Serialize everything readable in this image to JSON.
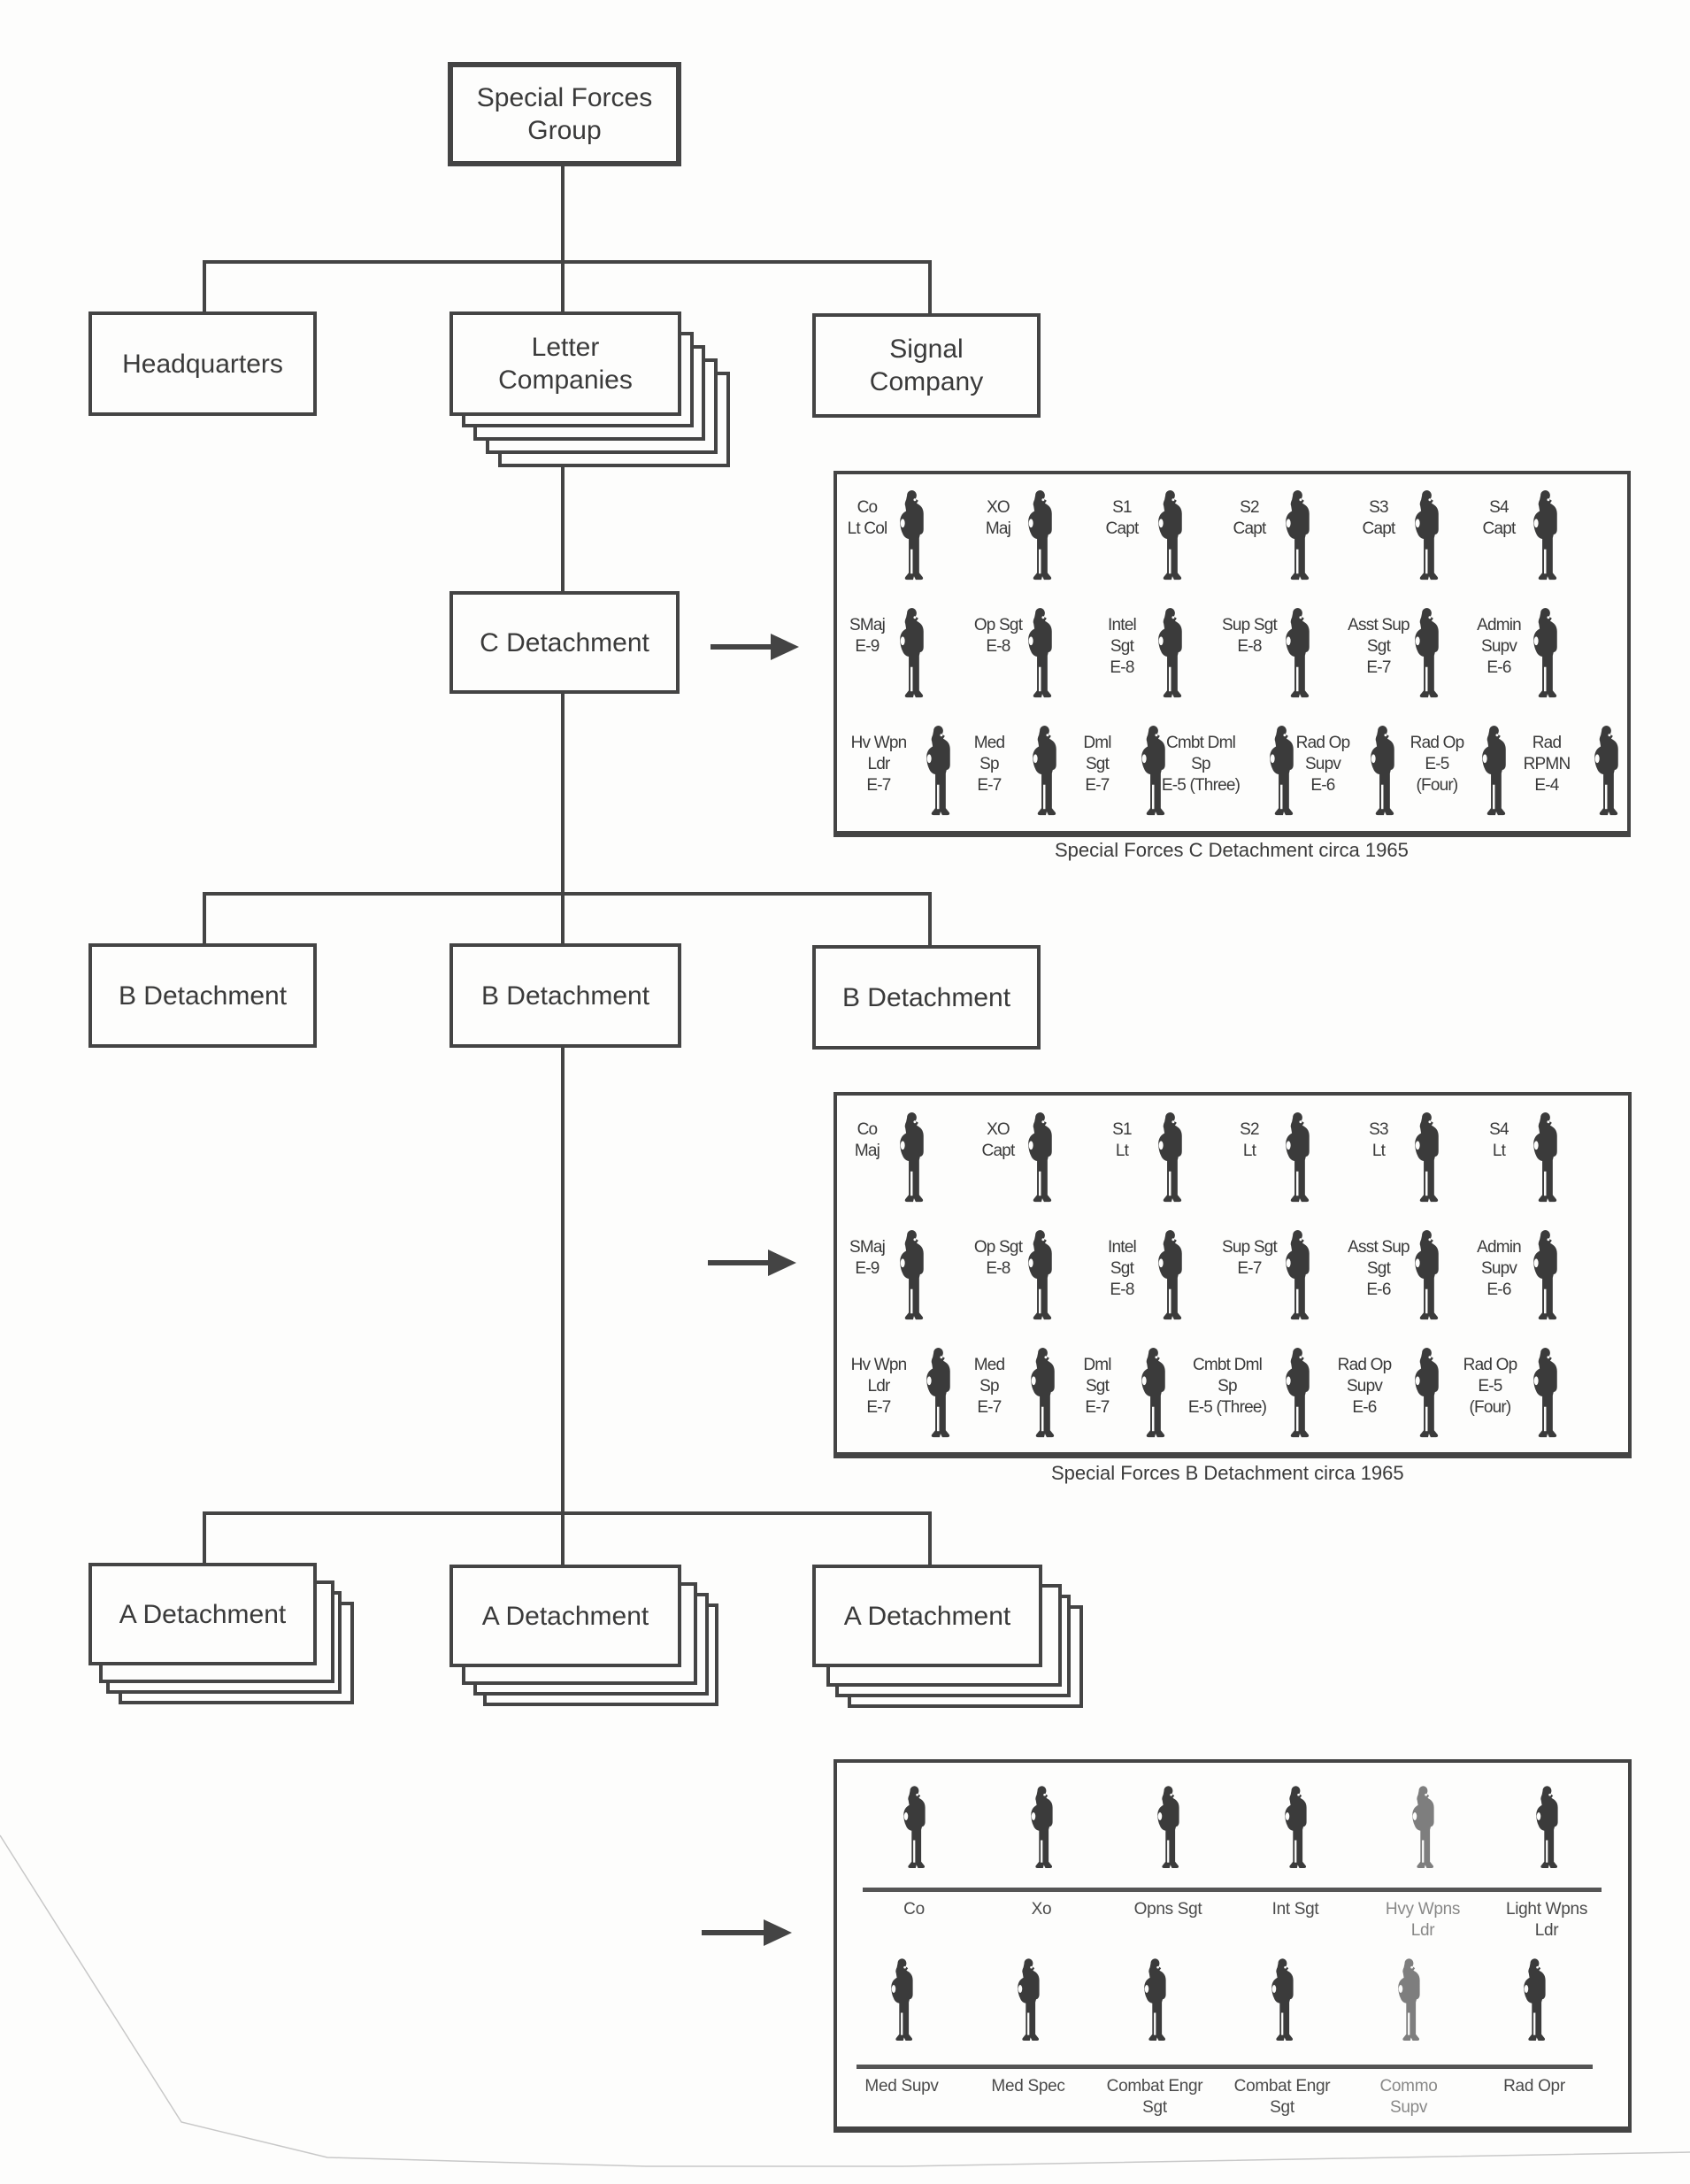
{
  "diagram": {
    "root": "Special Forces\nGroup",
    "level1": [
      "Headquarters",
      "Letter\nCompanies",
      "Signal\nCompany"
    ],
    "c_detachment": "C Detachment",
    "b_detachments": [
      "B Detachment",
      "B Detachment",
      "B Detachment"
    ],
    "a_detachments": [
      "A Detachment",
      "A Detachment",
      "A Detachment"
    ]
  },
  "c_panel": {
    "caption": "Special Forces C Detachment circa 1965",
    "rows": [
      [
        "Co\nLt Col",
        "XO\nMaj",
        "S1\nCapt",
        "S2\nCapt",
        "S3\nCapt",
        "S4\nCapt"
      ],
      [
        "SMaj\nE-9",
        "Op Sgt\nE-8",
        "Intel\nSgt\nE-8",
        "Sup Sgt\nE-8",
        "Asst Sup\nSgt\nE-7",
        "Admin\nSupv\nE-6"
      ],
      [
        "Hv Wpn\nLdr\nE-7",
        "Med\nSp\nE-7",
        "Dml\nSgt\nE-7",
        "Cmbt Dml\nSp\nE-5 (Three)",
        "Rad Op\nSupv\nE-6",
        "Rad Op\nE-5\n(Four)",
        "Rad\nRPMN\nE-4"
      ]
    ]
  },
  "b_panel": {
    "caption": "Special Forces  B Detachment circa 1965",
    "rows": [
      [
        "Co\nMaj",
        "XO\nCapt",
        "S1\nLt",
        "S2\nLt",
        "S3\nLt",
        "S4\nLt"
      ],
      [
        "SMaj\nE-9",
        "Op Sgt\nE-8",
        "Intel\nSgt\nE-8",
        "Sup Sgt\nE-7",
        "Asst Sup\nSgt\nE-6",
        "Admin\nSupv\nE-6"
      ],
      [
        "Hv Wpn\nLdr\nE-7",
        "Med\nSp\nE-7",
        "Dml\nSgt\nE-7",
        "Cmbt Dml\nSp\nE-5 (Three)",
        "Rad Op\nSupv\nE-6",
        "Rad Op\nE-5\n(Four)"
      ]
    ]
  },
  "a_panel": {
    "rows": [
      [
        "Co",
        "Xo",
        "Opns Sgt",
        "Int Sgt",
        "Hvy Wpns\nLdr",
        "Light Wpns\nLdr"
      ],
      [
        "Med Supv",
        "Med Spec",
        "Combat Engr\nSgt",
        "Combat Engr\nSgt",
        "Commo\nSupv",
        "Rad Opr"
      ]
    ]
  },
  "icons": {
    "person": "soldier-silhouette-icon",
    "arrow": "arrow-right-icon"
  },
  "colors": {
    "ink": "#444444",
    "paper": "#fdfdfc"
  }
}
